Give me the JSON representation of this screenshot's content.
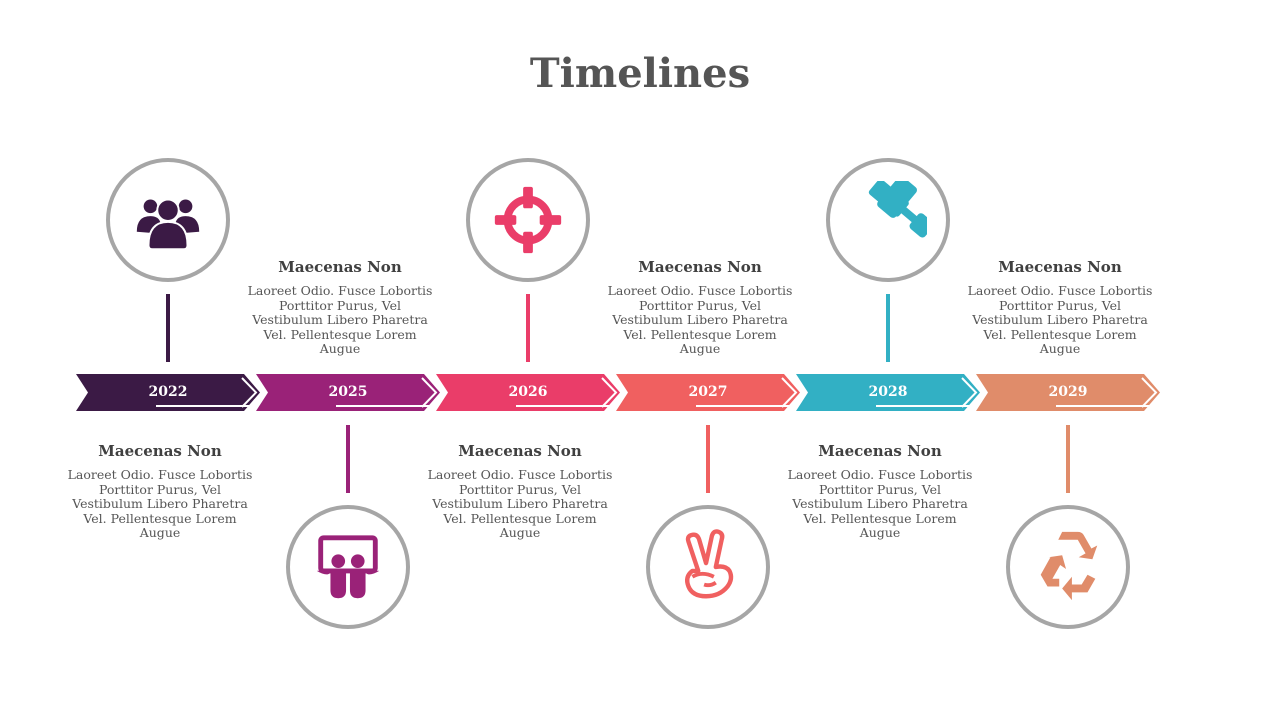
{
  "title": "Timelines",
  "steps": [
    {
      "year": "2022",
      "color": "#3b1a45",
      "icon": "group-icon",
      "heading": "Maecenas Non",
      "text": "Laoreet Odio. Fusce Lobortis Porttitor Purus, Vel Vestibulum Libero Pharetra Vel. Pellentesque Lorem Augue"
    },
    {
      "year": "2025",
      "color": "#9a2278",
      "icon": "slideshare-icon",
      "heading": "Maecenas Non",
      "text": "Laoreet Odio. Fusce Lobortis Porttitor Purus, Vel Vestibulum Libero Pharetra Vel. Pellentesque Lorem Augue"
    },
    {
      "year": "2026",
      "color": "#ea3d69",
      "icon": "crosshair-icon",
      "heading": "Maecenas Non",
      "text": "Laoreet Odio. Fusce Lobortis Porttitor Purus, Vel Vestibulum Libero Pharetra Vel. Pellentesque Lorem Augue"
    },
    {
      "year": "2027",
      "color": "#f06060",
      "icon": "peace-hand-icon",
      "heading": "Maecenas Non",
      "text": "Laoreet Odio. Fusce Lobortis Porttitor Purus, Vel Vestibulum Libero Pharetra Vel. Pellentesque Lorem Augue"
    },
    {
      "year": "2028",
      "color": "#32b0c4",
      "icon": "gavel-icon",
      "heading": "Maecenas Non",
      "text": "Laoreet Odio. Fusce Lobortis Porttitor Purus, Vel Vestibulum Libero Pharetra Vel. Pellentesque Lorem Augue"
    },
    {
      "year": "2029",
      "color": "#e08c6a",
      "icon": "recycle-icon",
      "heading": "Maecenas Non",
      "text": "Laoreet Odio. Fusce Lobortis Porttitor Purus, Vel Vestibulum Libero Pharetra Vel. Pellentesque Lorem Augue"
    }
  ]
}
